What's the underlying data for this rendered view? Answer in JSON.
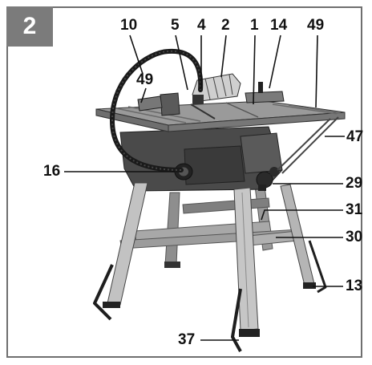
{
  "figure_number": "2",
  "callouts": {
    "c10": "10",
    "c5": "5",
    "c4": "4",
    "c2": "2",
    "c1": "1",
    "c14": "14",
    "c49_top": "49",
    "c49_left": "49",
    "c47": "47",
    "c16": "16",
    "c29": "29",
    "c31": "31",
    "c30": "30",
    "c13": "13",
    "c37": "37"
  },
  "colors": {
    "frame": "#6f6f6f",
    "badge": "#7b7b7b",
    "table_top": "#8a8a8a",
    "body_dark": "#4a4a4a",
    "legs": "#b5b5b5",
    "hose": "#1a1a1a",
    "leader": "#111111"
  }
}
